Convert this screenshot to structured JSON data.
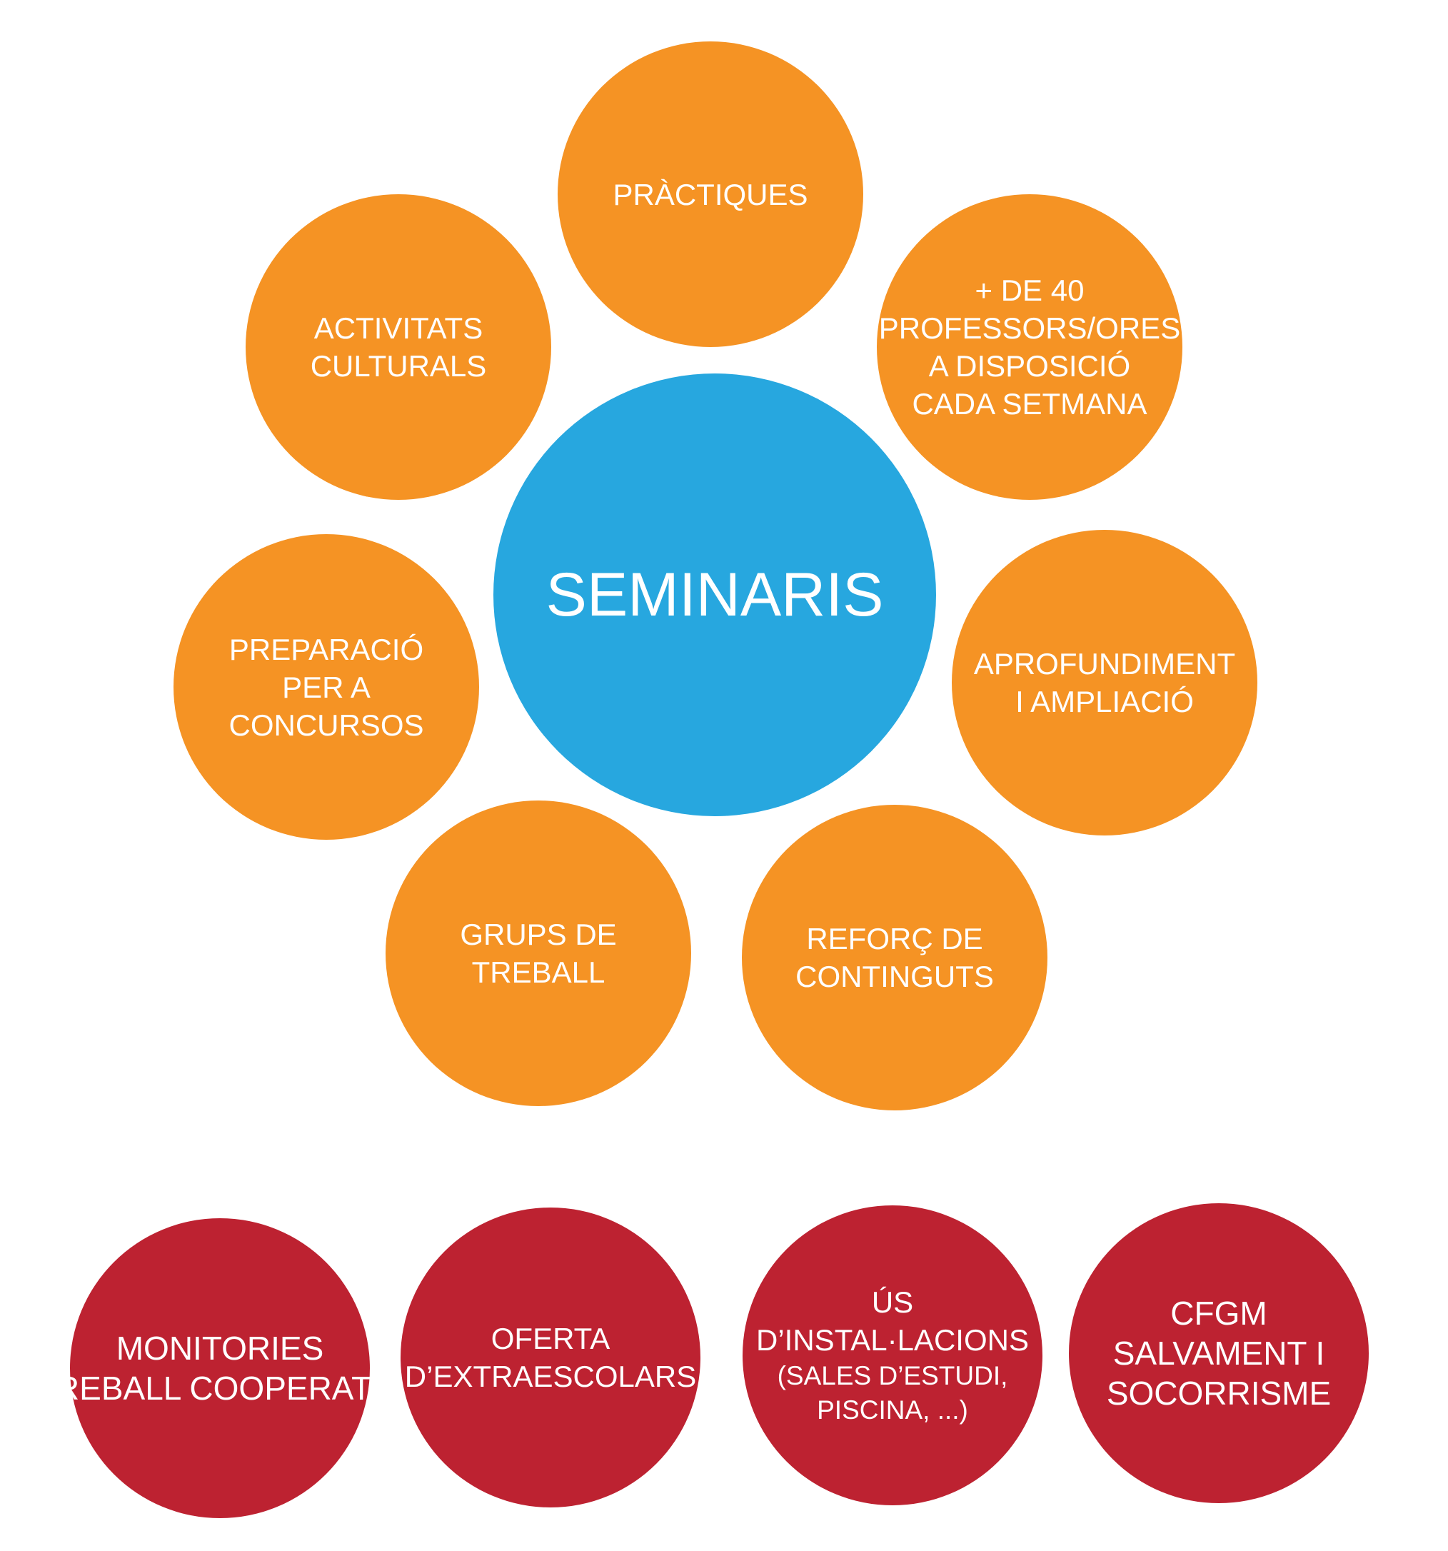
{
  "colors": {
    "orange": "#F59324",
    "blue": "#27A7DF",
    "red": "#BD2231",
    "text": "#FFFFFF"
  },
  "center": {
    "label": "SEMINARIS"
  },
  "orange_circles": {
    "practiques": {
      "lines": [
        "PRÀCTIQUES"
      ]
    },
    "activitats": {
      "lines": [
        "ACTIVITATS",
        "CULTURALS"
      ]
    },
    "professors": {
      "lines": [
        "+ DE 40",
        "PROFESSORS/ORES",
        "A DISPOSICIÓ",
        "CADA SETMANA"
      ]
    },
    "preparacio": {
      "lines": [
        "PREPARACIÓ",
        "PER A",
        "CONCURSOS"
      ]
    },
    "aprofundiment": {
      "lines": [
        "APROFUNDIMENT",
        "I AMPLIACIÓ"
      ]
    },
    "grups": {
      "lines": [
        "GRUPS DE",
        "TREBALL"
      ]
    },
    "reforc": {
      "lines": [
        "REFORÇ DE",
        "CONTINGUTS"
      ]
    }
  },
  "red_circles": {
    "monitories": {
      "lines": [
        "MONITORIES"
      ],
      "sub": "(TREBALL COOPERATIU)"
    },
    "oferta": {
      "lines": [
        "OFERTA",
        "D’EXTRAESCOLARS"
      ]
    },
    "us": {
      "lines": [
        "ÚS",
        "D’INSTAL·LACIONS"
      ],
      "sub_lines": [
        "(SALES D’ESTUDI,",
        "PISCINA, ...)"
      ]
    },
    "cfgm": {
      "lines": [
        "CFGM",
        "SALVAMENT I",
        "SOCORRISME"
      ]
    }
  }
}
